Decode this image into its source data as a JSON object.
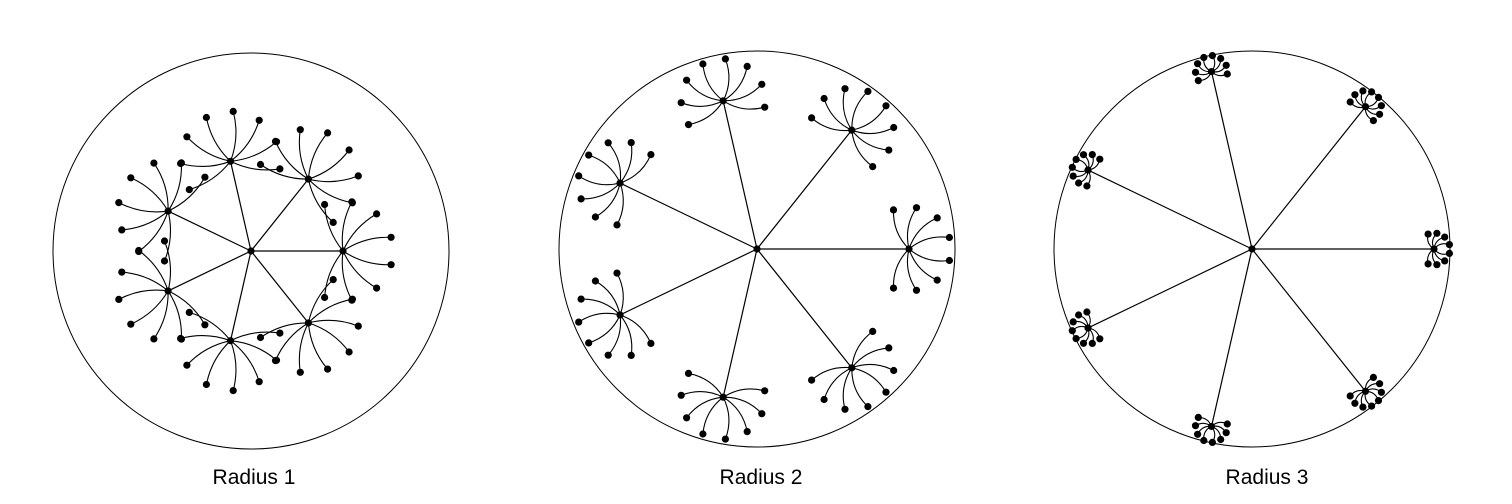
{
  "panels": [
    {
      "id": "r1",
      "caption": "Radius 1",
      "spokes": 7,
      "leaves_per_spoke": 8
    },
    {
      "id": "r2",
      "caption": "Radius 2",
      "spokes": 7,
      "leaves_per_spoke": 8
    },
    {
      "id": "r3",
      "caption": "Radius 3",
      "spokes": 7,
      "leaves_per_spoke": 8
    }
  ]
}
